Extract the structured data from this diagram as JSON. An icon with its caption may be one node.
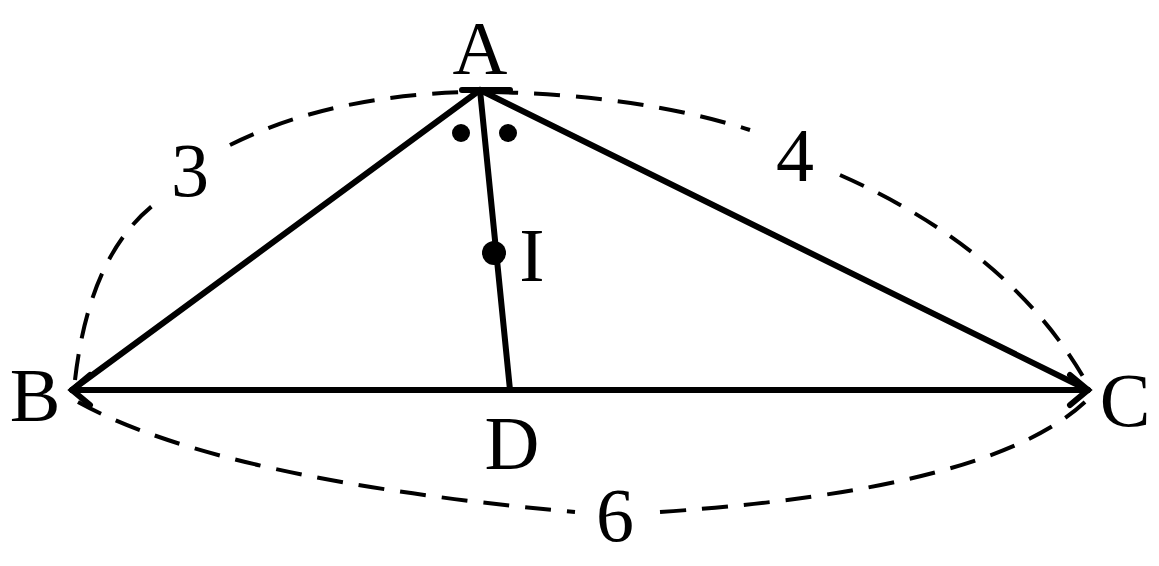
{
  "diagram": {
    "labels": [
      "A",
      "3",
      "4",
      "I",
      "B",
      "C",
      "D",
      "6"
    ]
  }
}
